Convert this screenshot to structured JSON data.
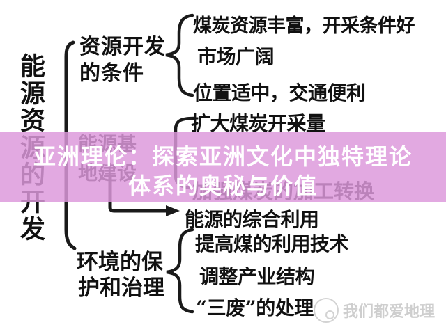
{
  "diagram": {
    "root_label": "能源资源的开发",
    "branches": [
      {
        "label_line1": "资源开发",
        "label_line2": "的条件",
        "items": [
          "煤炭资源丰富，开采条件好",
          "市场广阔",
          "位置适中，交通便利"
        ]
      },
      {
        "label_line1": "能源基",
        "label_line2": "地建设",
        "items": [
          "扩大煤炭开采量",
          "加强煤炭的加工转换"
        ],
        "arrow_target": "能源的综合利用"
      },
      {
        "label_line1": "环境的保",
        "label_line2": "护和治理",
        "items": [
          "提高煤的利用技术",
          "调整产业结构",
          "“三废”的处理"
        ]
      }
    ],
    "text_color": "#111111"
  },
  "overlay": {
    "line1": "亚洲理伦：探索亚洲文化中独特理论",
    "line2": "体系的奥秘与价值",
    "band_color": "#DD98DB",
    "text_color": "#FFFFFF"
  },
  "watermark": {
    "label": "我们都爱地理",
    "icon": "circle-logo-icon",
    "color": "#C8C8C8"
  }
}
